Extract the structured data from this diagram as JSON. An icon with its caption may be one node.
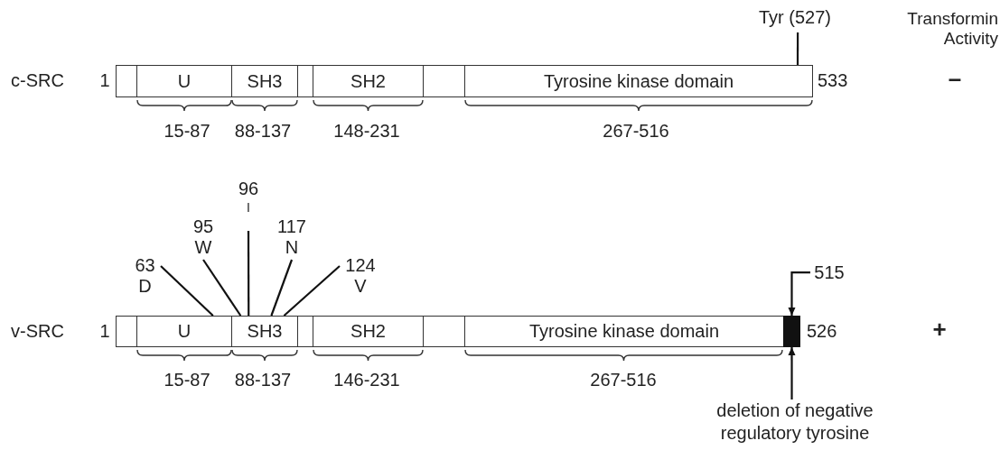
{
  "diagram": {
    "nodes": [
      {
        "text": [
          "Tyr (527)"
        ]
      },
      {
        "text": [],
        "shape": "box"
      },
      {
        "text": [
          "U"
        ]
      },
      {
        "text": [
          "SH3"
        ]
      },
      {
        "text": [],
        "shape": "box"
      },
      {
        "text": [
          "SH2"
        ]
      },
      {
        "text": [],
        "shape": "box"
      },
      {
        "text": [
          "Tyrosine kinase domain"
        ]
      },
      {
        "text": [
          "96",
          "I"
        ]
      },
      {
        "text": [
          "95",
          "W"
        ]
      },
      {
        "text": [
          "117",
          "N"
        ]
      },
      {
        "text": [
          "63",
          "D"
        ]
      },
      {
        "text": [
          "124",
          "V"
        ]
      },
      {
        "text": [
          "515"
        ]
      },
      {
        "text": [],
        "shape": "box"
      },
      {
        "text": [
          "U"
        ]
      },
      {
        "text": [
          "SH3"
        ]
      },
      {
        "text": [],
        "shape": "box"
      },
      {
        "text": [
          "SH2"
        ]
      },
      {
        "text": [],
        "shape": "box"
      },
      {
        "text": [
          "Tyrosine kinase domain"
        ]
      },
      {
        "text": [],
        "shape": "bar"
      },
      {
        "text": [
          "deletion of negative regulatory tyrosine"
        ]
      }
    ],
    "edges": [
      {
        "from": 0,
        "to": 7,
        "arrow": "none"
      },
      {
        "from": 8,
        "to": 16,
        "arrow": "none"
      },
      {
        "from": 9,
        "to": 16,
        "arrow": "none"
      },
      {
        "from": 10,
        "to": 16,
        "arrow": "none"
      },
      {
        "from": 11,
        "to": 15,
        "arrow": "none"
      },
      {
        "from": 12,
        "to": 16,
        "arrow": "none"
      },
      {
        "from": 13,
        "to": 21,
        "arrow": "to"
      },
      {
        "from": 22,
        "to": 21,
        "arrow": "to"
      }
    ],
    "labels": [
      "Transformin Activity",
      "c-SRC",
      "1",
      "533",
      "–",
      "15-87",
      "88-137",
      "148-231",
      "267-516",
      "v-SRC",
      "1",
      "526",
      "+",
      "15-87",
      "88-137",
      "146-231",
      "267-516"
    ]
  }
}
